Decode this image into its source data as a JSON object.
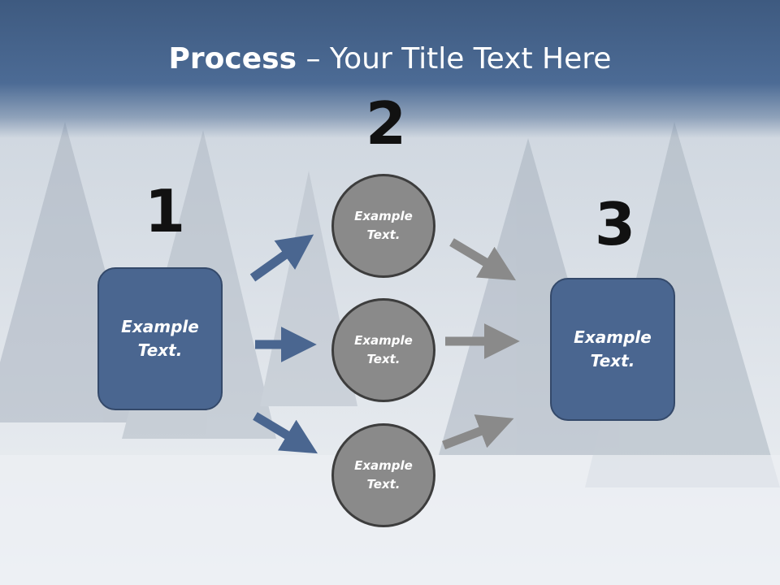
{
  "title": {
    "bold": "Process",
    "rest": " – Your Title Text Here"
  },
  "steps": {
    "one": "1",
    "two": "2",
    "three": "3"
  },
  "left_box": {
    "line1": "Example",
    "line2": "Text."
  },
  "right_box": {
    "line1": "Example",
    "line2": "Text."
  },
  "circles": [
    {
      "line1": "Example",
      "line2": "Text."
    },
    {
      "line1": "Example",
      "line2": "Text."
    },
    {
      "line1": "Example",
      "line2": "Text."
    }
  ],
  "colors": {
    "box": "#4a6690",
    "circle": "#8a8a8a",
    "arrow_blue": "#4a6690",
    "arrow_grey": "#8a8a8a"
  }
}
